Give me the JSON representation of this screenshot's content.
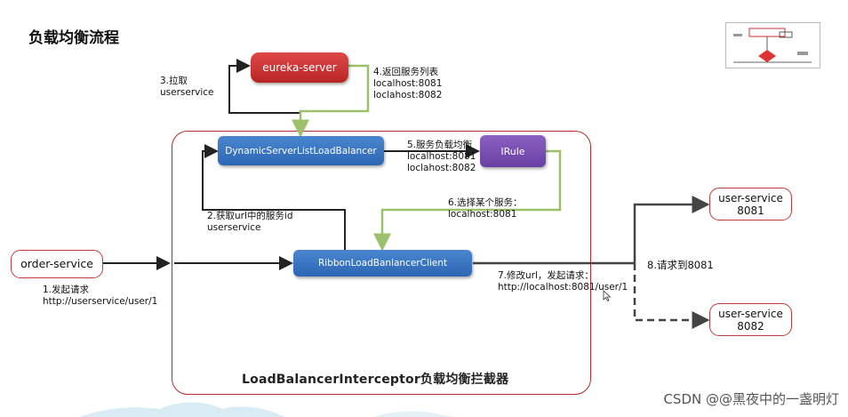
{
  "title": "负载均衡流程",
  "nodes": {
    "eureka": "eureka-server",
    "dynamic": "DynamicServerListLoadBalancer",
    "irule": "IRule",
    "ribbon": "RibbonLoadBanlancerClient",
    "order": "order-service",
    "us1": {
      "line1": "user-service",
      "line2": "8081"
    },
    "us2": {
      "line1": "user-service",
      "line2": "8082"
    }
  },
  "labels": {
    "step1": "1.发起请求\nhttp://userservice/user/1",
    "step2": "2.获取url中的服务id\nuserservice",
    "step3": "3.拉取\nuserservice",
    "step4": "4.返回服务列表\nlocalhost:8081\nloclahost:8082",
    "step5": "5.服务负载均衡\nlocalhost:8081\nloclahost:8082",
    "step6": "6.选择某个服务：\nlocalhost:8081",
    "step7": "7.修改url，发起请求：\nhttp://localhost:8081/user/1",
    "step8": "8.请求到8081"
  },
  "frame_label": "LoadBalancerInterceptor负载均衡拦截器",
  "watermark": "CSDN @@黑夜中的一盏明灯",
  "colors": {
    "frame": "#b52a2a",
    "arrow_dark": "#222222",
    "arrow_green": "#9dc06a",
    "blue_node": "#3a76c4",
    "red_node": "#cc3333",
    "purple_node": "#7a4fb3"
  }
}
